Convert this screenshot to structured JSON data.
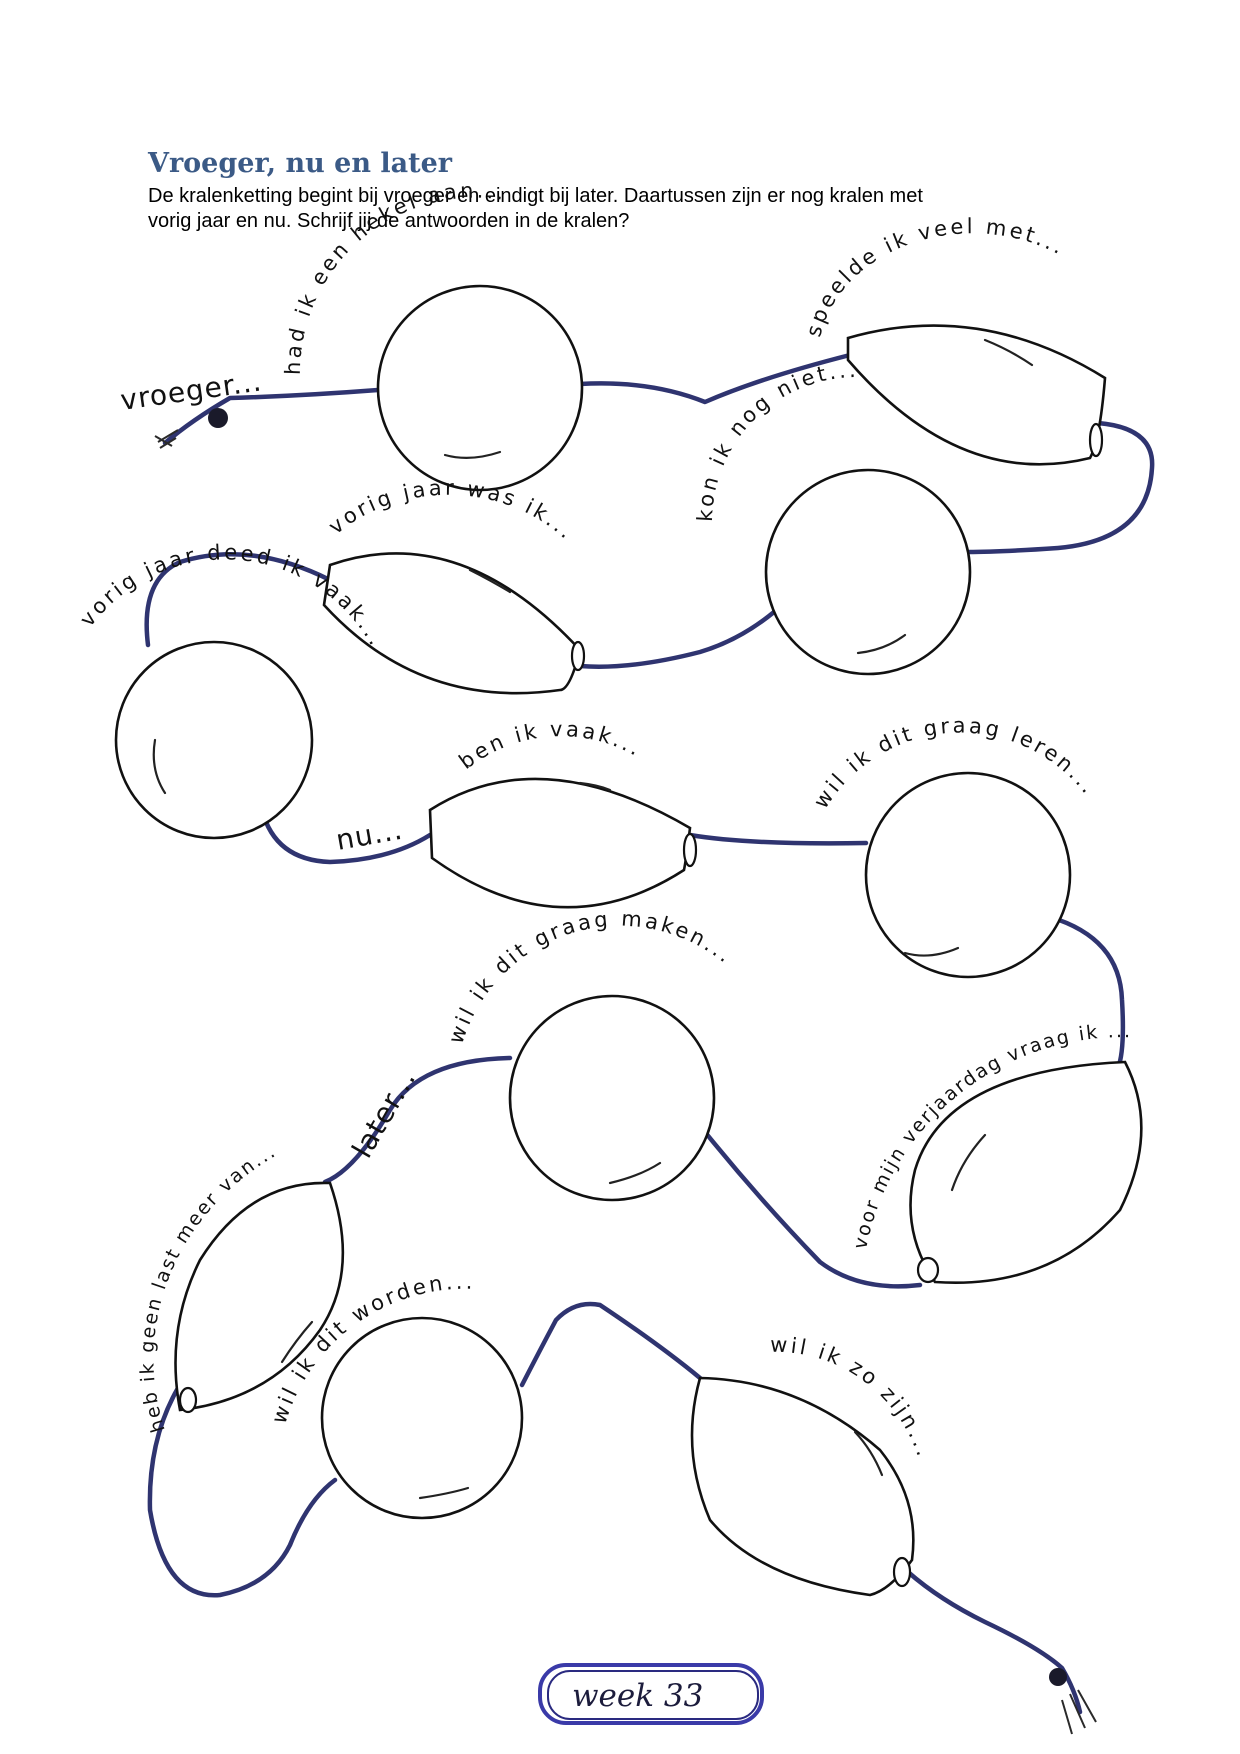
{
  "worksheet": {
    "title": "Vroeger, nu en later",
    "intro_line1": "De kralenketting begint bij vroeger en eindigt bij later. Daartussen zijn er nog kralen met",
    "intro_line2": "vorig jaar en nu. Schrijf jij de antwoorden in de kralen?"
  },
  "necklace": {
    "start_label": "vroeger...",
    "now_label": "nu...",
    "later_label": "later...",
    "prompts": {
      "had_ik_een_hekel": "had ik een hekel aan...",
      "speelde_ik": "speelde ik veel met...",
      "kon_ik_nog_niet": "kon ik nog niet...",
      "vorig_jaar_was_ik": "vorig jaar was ik...",
      "vorig_jaar_deed_ik": "vorig jaar deed ik vaak...",
      "ben_ik_vaak": "ben ik vaak...",
      "wil_ik_leren": "wil ik dit graag leren...",
      "verjaardag": "voor mijn verjaardag vraag ik ...",
      "wil_ik_maken": "wil ik dit graag maken...",
      "geen_last": "heb ik geen last meer van...",
      "wil_ik_worden": "wil ik dit worden...",
      "wil_ik_zo_zijn": "wil ik zo zijn..."
    }
  },
  "footer": {
    "week_label": "week 33"
  },
  "colors": {
    "title": "#3b5a86",
    "cord": "#2f3470",
    "outline": "#111111"
  }
}
